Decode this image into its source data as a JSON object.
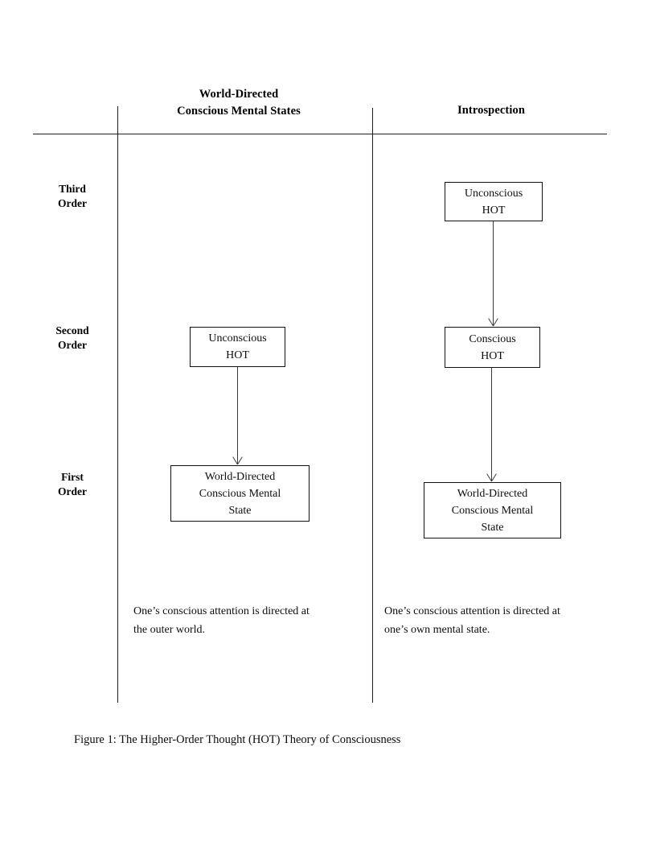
{
  "figure": {
    "caption": "Figure 1: The Higher-Order Thought (HOT) Theory of Consciousness"
  },
  "columns": {
    "left": {
      "header_line1": "World-Directed",
      "header_line2": "Conscious Mental States",
      "note_line1": "One’s conscious attention is directed at",
      "note_line2": "the outer world."
    },
    "right": {
      "header_line1": "Introspection",
      "note_line1": "One’s conscious attention is directed at",
      "note_line2": "one’s own mental state."
    }
  },
  "rows": {
    "third": {
      "line1": "Third",
      "line2": "Order"
    },
    "second": {
      "line1": "Second",
      "line2": "Order"
    },
    "first": {
      "line1": "First",
      "line2": "Order"
    }
  },
  "nodes": {
    "left_second_order": {
      "line1": "Unconscious",
      "line2": "HOT"
    },
    "left_first_order": {
      "line1": "World-Directed",
      "line2": "Conscious Mental",
      "line3": "State"
    },
    "right_third_order": {
      "line1": "Unconscious",
      "line2": "HOT"
    },
    "right_second_order": {
      "line1": "Conscious",
      "line2": "HOT"
    },
    "right_first_order": {
      "line1": "World-Directed",
      "line2": "Conscious Mental",
      "line3": "State"
    }
  },
  "colors": {
    "ink": "#000000",
    "rule": "#222222",
    "arrow": "#3a3a3a",
    "background": "#ffffff"
  }
}
